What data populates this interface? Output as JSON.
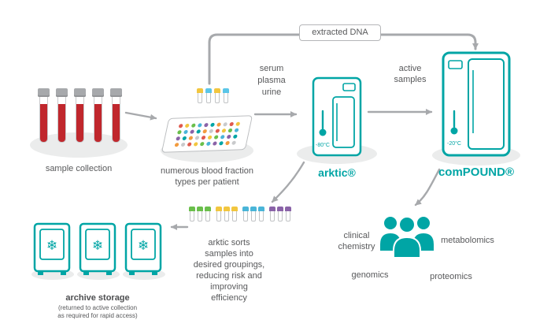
{
  "colors": {
    "accent": "#00a5a5",
    "blood": "#c0272d",
    "arrow": "#a7a9ac",
    "text": "#58595b"
  },
  "palette": {
    "top_strip": [
      "#f2c63f",
      "#5bc6e8",
      "#f2c63f",
      "#5bc6e8"
    ],
    "fraction_strips": [
      "#6abf4b",
      "#f2c63f",
      "#4ab5d8",
      "#8a63a8"
    ],
    "plate_dots": [
      "#e05a4e",
      "#f2c63f",
      "#6abf4b",
      "#4ab5d8",
      "#8a63a8",
      "#00a5a5",
      "#f29b3f",
      "#c9cacc"
    ]
  },
  "flow": {
    "extracted_dna": "extracted DNA",
    "fluids": "serum\nplasma\nurine",
    "active_samples": "active\nsamples"
  },
  "nodes": {
    "sample_collection": {
      "label": "sample collection"
    },
    "fractions": {
      "label": "numerous blood fraction\ntypes per patient"
    },
    "arktic": {
      "label": "arktic®",
      "temp": "-80°C"
    },
    "compound": {
      "label": "comPOUND®",
      "temp": "-20°C"
    },
    "archive": {
      "label": "archive storage",
      "note": "(returned to active collection\nas required for rapid access)"
    }
  },
  "outputs": {
    "clinical_chemistry": "clinical\nchemistry",
    "metabolomics": "metabolomics",
    "genomics": "genomics",
    "proteomics": "proteomics"
  },
  "sort_note": "arktic sorts\nsamples into\ndesired groupings,\nreducing risk and\nimproving\nefficiency"
}
